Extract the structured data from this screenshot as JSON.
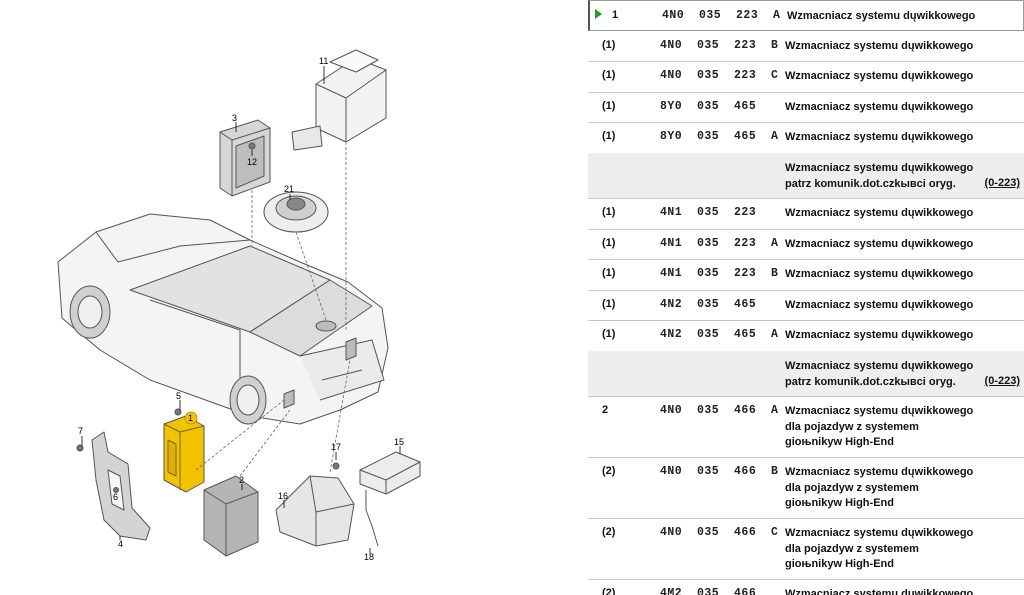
{
  "diagram": {
    "callouts": [
      "11",
      "3",
      "12",
      "21",
      "5",
      "1",
      "7",
      "6",
      "4",
      "2",
      "17",
      "15",
      "16",
      "18"
    ]
  },
  "parts": [
    {
      "pos": "1",
      "num": "4N0  035  223  A",
      "desc": [
        "Wzmacniacz systemu dųwikkowego"
      ],
      "qty": ""
    },
    {
      "pos": "(1)",
      "num": "4N0  035  223  B",
      "desc": [
        "Wzmacniacz systemu dųwikkowego"
      ],
      "qty": ""
    },
    {
      "pos": "(1)",
      "num": "4N0  035  223  C",
      "desc": [
        "Wzmacniacz systemu dųwikkowego"
      ],
      "qty": ""
    },
    {
      "pos": "(1)",
      "num": "8Y0  035  465",
      "desc": [
        "Wzmacniacz systemu dųwikkowego"
      ],
      "qty": ""
    },
    {
      "pos": "(1)",
      "num": "8Y0  035  465  A",
      "desc": [
        "Wzmacniacz systemu dųwikkowego"
      ],
      "qty": ""
    },
    {
      "pos": "",
      "num": "",
      "desc": [
        "Wzmacniacz systemu dųwikkowego",
        "patrz komunik.dot.czkывci oryg."
      ],
      "qty": "(0-223)"
    },
    {
      "pos": "(1)",
      "num": "4N1  035  223",
      "desc": [
        "Wzmacniacz systemu dųwikkowego"
      ],
      "qty": ""
    },
    {
      "pos": "(1)",
      "num": "4N1  035  223  A",
      "desc": [
        "Wzmacniacz systemu dųwikkowego"
      ],
      "qty": ""
    },
    {
      "pos": "(1)",
      "num": "4N1  035  223  B",
      "desc": [
        "Wzmacniacz systemu dųwikkowego"
      ],
      "qty": ""
    },
    {
      "pos": "(1)",
      "num": "4N2  035  465",
      "desc": [
        "Wzmacniacz systemu dųwikkowego"
      ],
      "qty": ""
    },
    {
      "pos": "(1)",
      "num": "4N2  035  465  A",
      "desc": [
        "Wzmacniacz systemu dųwikkowego"
      ],
      "qty": ""
    },
    {
      "pos": "",
      "num": "",
      "desc": [
        "Wzmacniacz systemu dųwikkowego",
        "patrz komunik.dot.czkывci oryg."
      ],
      "qty": "(0-223)"
    },
    {
      "pos": "2",
      "num": "4N0  035  466  A",
      "desc": [
        "Wzmacniacz systemu dųwikkowego",
        "dla pojazdyw z systemem",
        "gioњnikyw High-End"
      ],
      "qty": ""
    },
    {
      "pos": "(2)",
      "num": "4N0  035  466  B",
      "desc": [
        "Wzmacniacz systemu dųwikkowego",
        "dla pojazdyw z systemem",
        "gioњnikyw High-End"
      ],
      "qty": ""
    },
    {
      "pos": "(2)",
      "num": "4N0  035  466  C",
      "desc": [
        "Wzmacniacz systemu dųwikkowego",
        "dla pojazdyw z systemem",
        "gioњnikyw High-End"
      ],
      "qty": ""
    },
    {
      "pos": "(2)",
      "num": "4M2  035  466",
      "desc": [
        "Wzmacniacz systemu dųwikkowego"
      ],
      "qty": ""
    }
  ]
}
